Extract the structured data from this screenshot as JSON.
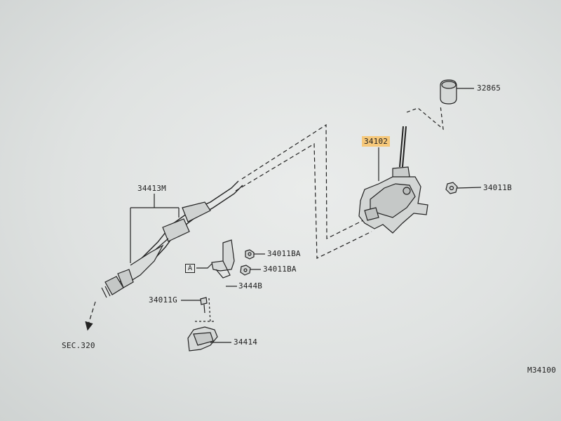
{
  "labels": {
    "knob": "32865",
    "control_device": "34102",
    "nut_right": "34011B",
    "cable_assy": "34413M",
    "nut_ba1": "34011BA",
    "nut_ba2": "34011BA",
    "ref_a": "A",
    "bracket": "3444B",
    "bolt_g": "34011G",
    "cable_bracket": "34414",
    "sec_ref": "SEC.320",
    "diagram_code": "M34100"
  },
  "colors": {
    "highlight": "#f6c87a",
    "line": "#222222"
  }
}
